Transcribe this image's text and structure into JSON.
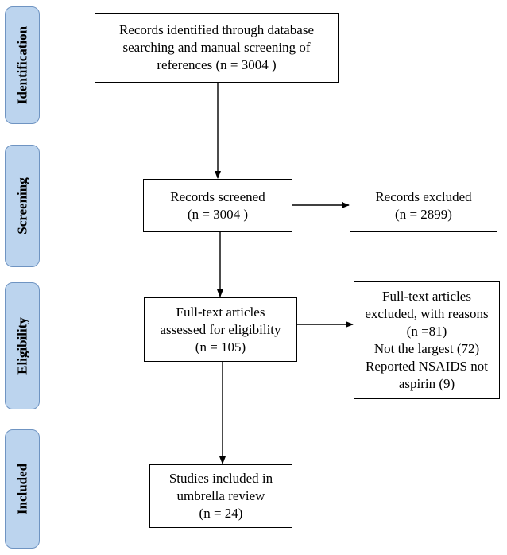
{
  "phases": {
    "identification": "Identification",
    "screening": "Screening",
    "eligibility": "Eligibility",
    "included": "Included"
  },
  "boxes": {
    "records_identified": {
      "lines": [
        "Records identified through database",
        "searching and manual screening of",
        "references (n = 3004  )"
      ]
    },
    "records_screened": {
      "lines": [
        "Records screened",
        "(n = 3004  )"
      ]
    },
    "records_excluded": {
      "lines": [
        "Records excluded",
        "(n = 2899)"
      ]
    },
    "fulltext_assessed": {
      "lines": [
        "Full-text articles",
        "assessed for eligibility",
        "(n = 105)"
      ]
    },
    "fulltext_excluded": {
      "lines": [
        "Full-text articles",
        "excluded, with reasons",
        "(n =81)",
        "Not the largest (72)",
        "Reported NSAIDS not",
        "aspirin (9)"
      ]
    },
    "studies_included": {
      "lines": [
        "Studies included in",
        "umbrella review",
        "(n = 24)"
      ]
    }
  }
}
